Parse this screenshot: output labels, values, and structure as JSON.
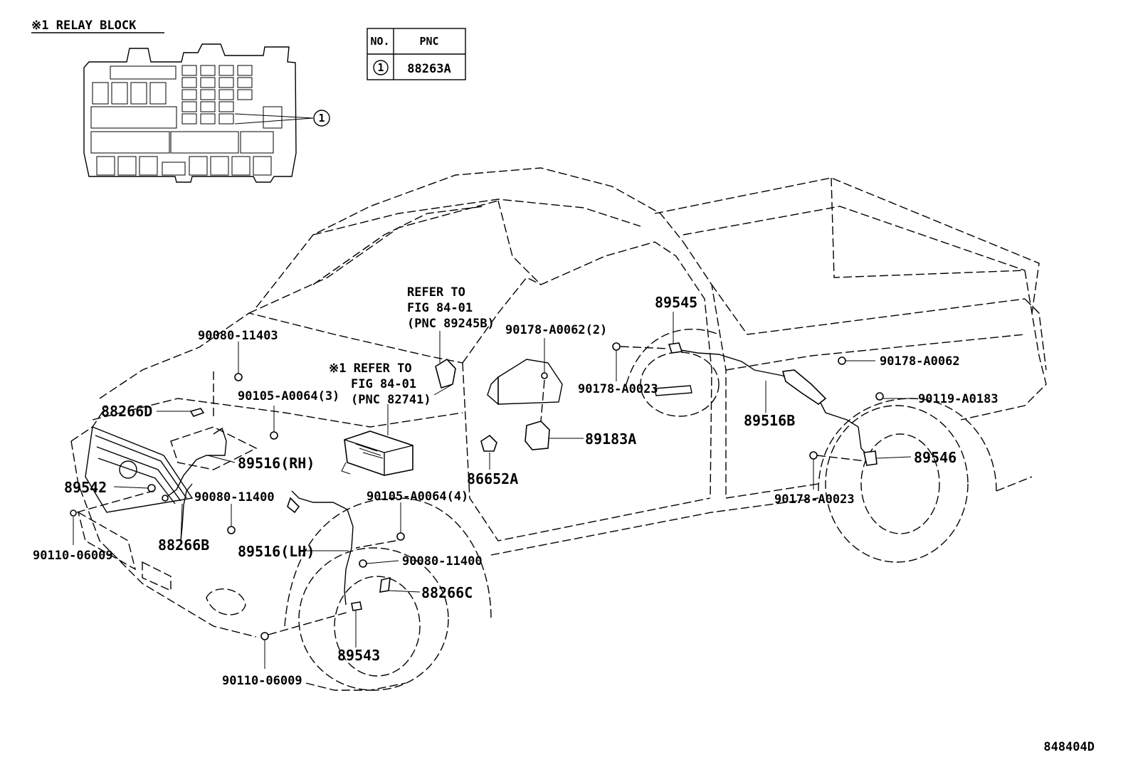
{
  "relay_block": {
    "title": "※1 RELAY BLOCK",
    "callout": "1"
  },
  "table": {
    "header_no": "NO.",
    "header_pnc": "PNC",
    "row_no": "1",
    "row_pnc": "88263A"
  },
  "refer1": {
    "line1": "REFER TO",
    "line2": "FIG 84-01",
    "line3": "(PNC 89245B)"
  },
  "refer2": {
    "line1": "※1 REFER TO",
    "line2": "FIG 84-01",
    "line3": "(PNC 82741)"
  },
  "parts": {
    "p90080_11403": "90080-11403",
    "p90105_a0064_3": "90105-A0064(3)",
    "p88266d": "88266D",
    "p89516rh": "89516(RH)",
    "p89542": "89542",
    "p90080_11400_a": "90080-11400",
    "p88266b": "88266B",
    "p90110_06009_a": "90110-06009",
    "p89516lh": "89516(LH)",
    "p90105_a0064_4": "90105-A0064(4)",
    "p90080_11400_b": "90080-11400",
    "p88266c": "88266C",
    "p89543": "89543",
    "p90110_06009_b": "90110-06009",
    "p86652a": "86652A",
    "p90178_a0062_2": "90178-A0062(2)",
    "p89183a": "89183A",
    "p89545": "89545",
    "p90178_a0023_a": "90178-A0023",
    "p89516b": "89516B",
    "p90178_a0062": "90178-A0062",
    "p90119_a0183": "90119-A0183",
    "p89546": "89546",
    "p90178_a0023_b": "90178-A0023"
  },
  "figure_id": "848404D"
}
